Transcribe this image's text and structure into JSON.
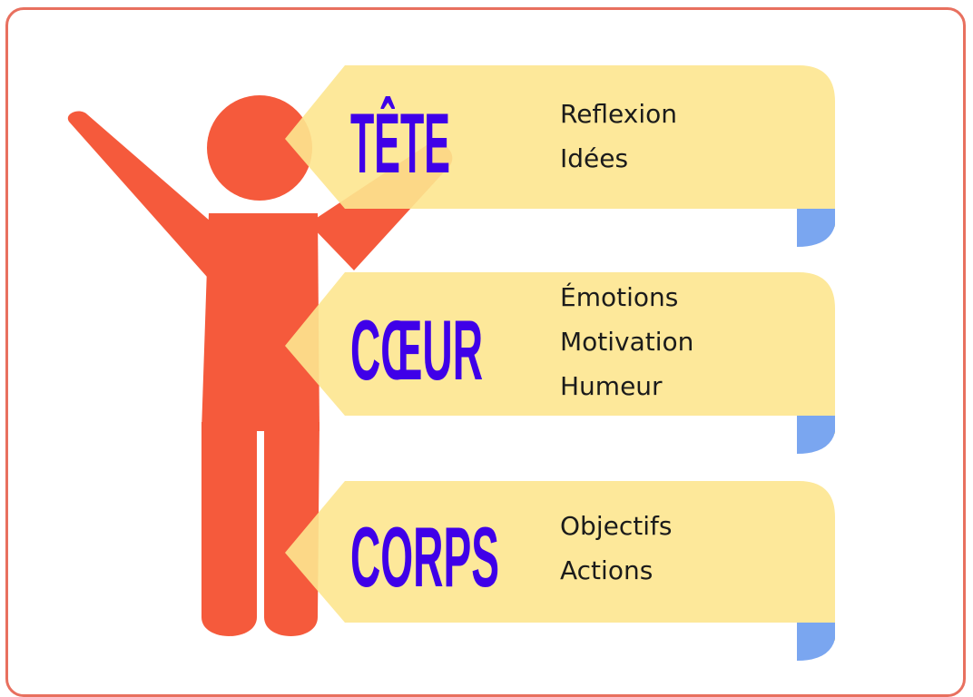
{
  "colors": {
    "frame_border": "#e8705f",
    "figure": "#f55a3c",
    "banner": "#fde58f",
    "banner_fold": "#7aa6f0",
    "heading": "#3f00e8",
    "text": "#1b1b1b"
  },
  "figure": {
    "icon": "person-raising-arm-icon"
  },
  "sections": [
    {
      "heading": "TÊTE",
      "items": [
        "Reflexion",
        "Idées"
      ]
    },
    {
      "heading": "CŒUR",
      "items": [
        "Émotions",
        "Motivation",
        "Humeur"
      ]
    },
    {
      "heading": "CORPS",
      "items": [
        "Objectifs",
        "Actions"
      ]
    }
  ]
}
